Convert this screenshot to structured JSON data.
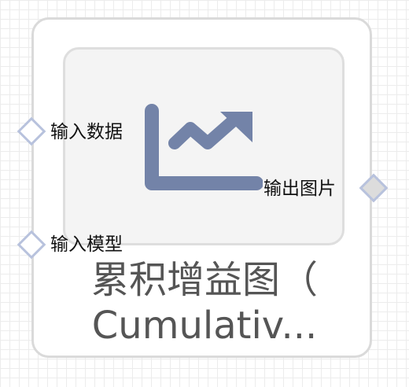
{
  "node": {
    "title_line1": "累积增益图（",
    "title_line2": "Cumulativ...",
    "icon": "line-chart-trending-up-icon"
  },
  "ports": {
    "inputs": [
      {
        "label": "输入数据"
      },
      {
        "label": "输入模型"
      }
    ],
    "outputs": [
      {
        "label": "输出图片"
      }
    ]
  },
  "colors": {
    "icon": "#7383a8",
    "port_border": "#b8c2dd",
    "title_text": "#555555"
  }
}
